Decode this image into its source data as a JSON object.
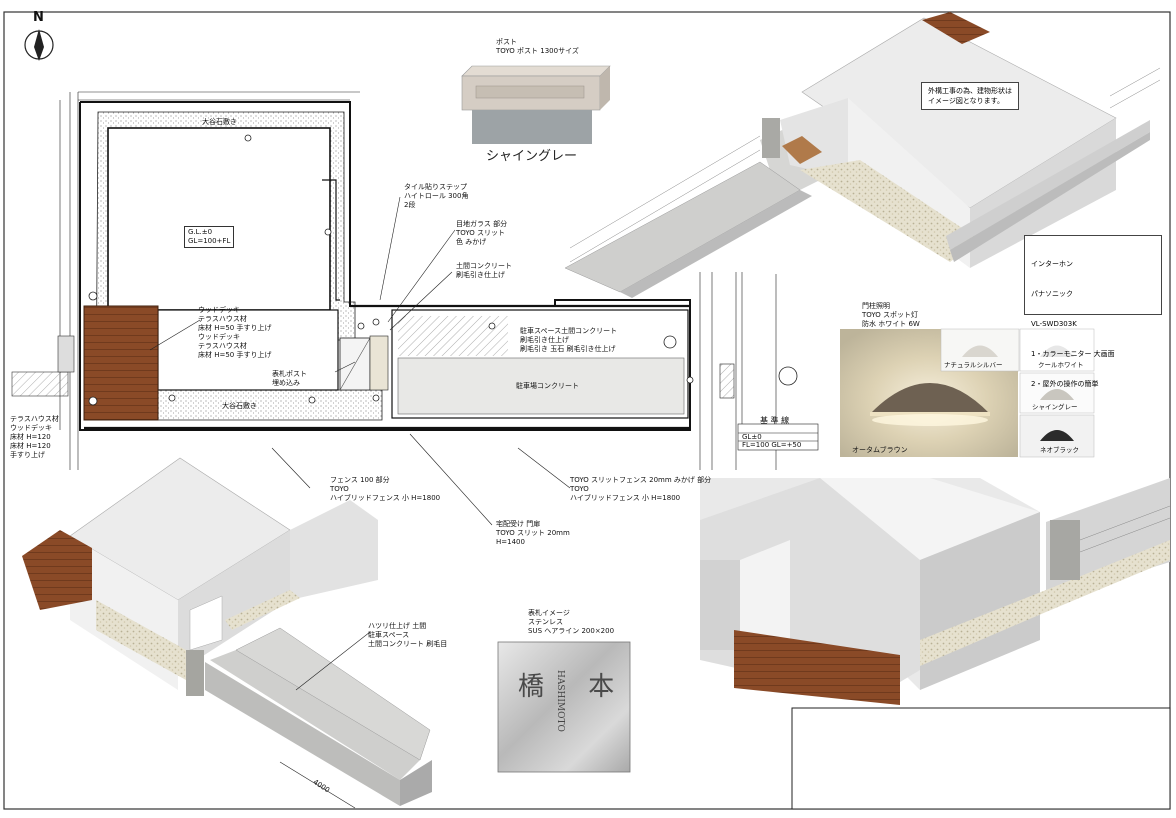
{
  "plan": {
    "north": "N",
    "deck_label_left": "ウッドデッキ\nテラスハウス材\n床材 H=50 手すり上げ\nウッドデッキ\nテラスハウス材\n床材 H=50 手すり上げ",
    "deck_label_bottom": "テラスハウス材\nウッドデッキ\n床材 H=120\n床材 H=120\n手すり上げ",
    "area_label_top": "大谷石敷き",
    "area_label_bottom": "大谷石敷き",
    "gl_label": "G.L.±0\nGL=100+FL",
    "tile_step_label": "タイル貼りステップ\nハイトロール 300角\n2段",
    "slit_label": "目地ガラス 部分\nTOYO スリット\n色 みかげ",
    "concrete_label": "土間コンクリート\n刷毛引き仕上げ",
    "slope_label": "駐車スペース土間コンクリート\n刷毛引き仕上げ\n刷毛引き 玉石 刷毛引き仕上げ",
    "carport_label": "駐車場コンクリート",
    "post_pos_label": "表札ポスト\n埋め込み",
    "fence1_label": "フェンス 100 部分\nTOYO\nハイブリッドフェンス 小 H=1800",
    "fence2_label": "TOYO スリットフェンス 20mm みかげ 部分\nTOYO\nハイブリッドフェンス 小 H=1800",
    "gate_label": "宅配受け 門扉\nTOYO スリット 20mm\nH=1400",
    "slope_iso_label": "ハツリ仕上げ 土間\n駐車スペース\n土間コンクリート 刷毛目",
    "legend_title": "基 準 線",
    "legend_rows": [
      "GL±0",
      "FL=100 GL=+50"
    ],
    "dim_text": "4000"
  },
  "post": {
    "title": "ポスト",
    "spec": "TOYO ポスト 1300サイズ",
    "color": "シャイングレー"
  },
  "iso_top": {
    "note": "外構工事の為、建物形状は\nイメージ図となります。"
  },
  "intercom": {
    "lines": [
      "インターホン",
      "パナソニック",
      "VL-SWD303K",
      "1・カラーモニター 大画面",
      "2・屋外の操作の簡単"
    ]
  },
  "light": {
    "title": "門柱照明",
    "spec": "TOYO スポット灯\n防水 ホワイト 6W",
    "variants": [
      {
        "name": "ナチュラルシルバー",
        "color": "#d9d6cf"
      },
      {
        "name": "クールホワイト",
        "color": "#eeeeee"
      },
      {
        "name": "シャイングレー",
        "color": "#c9c6bf"
      },
      {
        "name": "ネオブラック",
        "color": "#2b2b2b"
      },
      {
        "name": "オータムブラウン",
        "color": "#7b6a5a"
      }
    ]
  },
  "nameplate": {
    "title": "表札イメージ",
    "spec": "ステンレス\nSUS ヘアライン 200×200",
    "kanji": "橋 本",
    "roman": "HASHIMOTO"
  },
  "colors": {
    "deck": "#8a4a27",
    "gravel": "#d8d3bf",
    "wall": "#efefef",
    "concrete": "#d4d4d2"
  }
}
